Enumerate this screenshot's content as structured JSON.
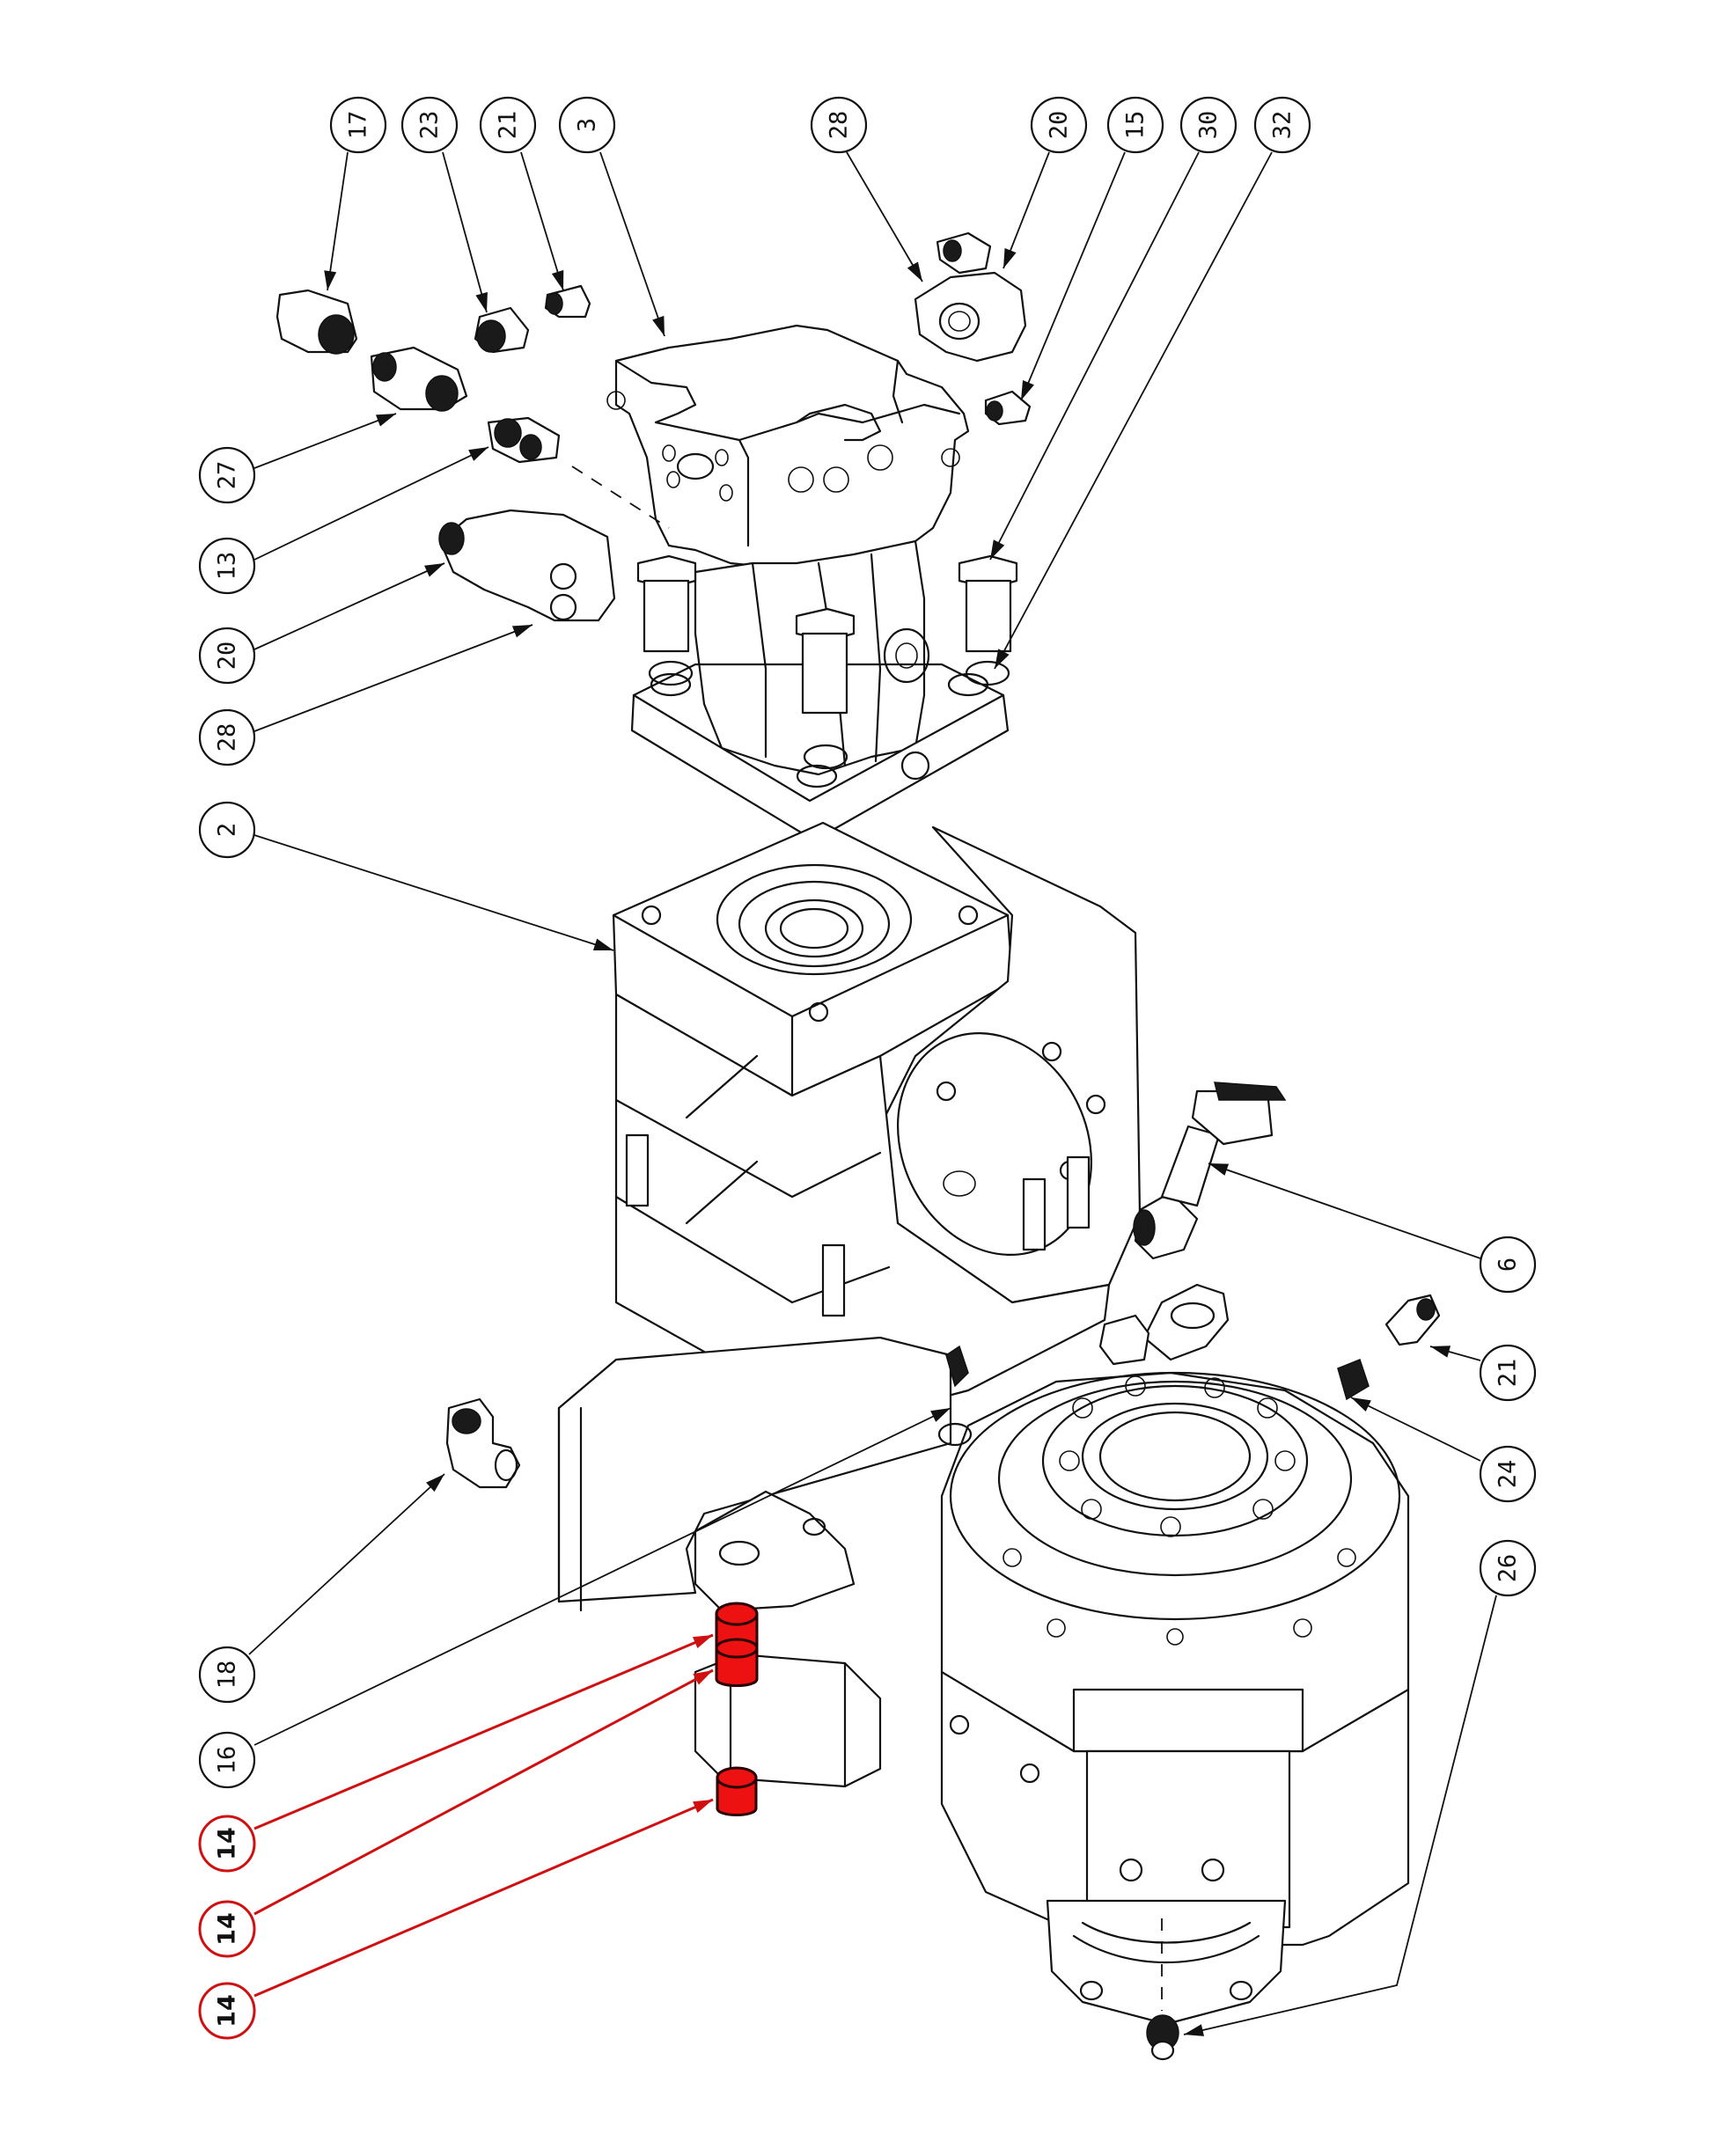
{
  "drawing": {
    "type": "exploded-assembly-view",
    "highlight_color": "#ee1111",
    "line_color": "#111111"
  },
  "callouts": [
    {
      "id": "c17a",
      "label": "17",
      "highlighted": false,
      "target": "elbow fitting (upper left)"
    },
    {
      "id": "c23",
      "label": "23",
      "highlighted": false,
      "target": "nut fitting"
    },
    {
      "id": "c21a",
      "label": "21",
      "highlighted": false,
      "target": "small elbow fitting (top)"
    },
    {
      "id": "c3",
      "label": "3",
      "highlighted": false,
      "target": "hydraulic motor"
    },
    {
      "id": "c28a",
      "label": "28",
      "highlighted": false,
      "target": "flange half (top right)"
    },
    {
      "id": "c20a",
      "label": "20",
      "highlighted": false,
      "target": "flange elbow (top right)"
    },
    {
      "id": "c15",
      "label": "15",
      "highlighted": false,
      "target": "small fitting"
    },
    {
      "id": "c30",
      "label": "30",
      "highlighted": false,
      "target": "hex bolt"
    },
    {
      "id": "c32",
      "label": "32",
      "highlighted": false,
      "target": "washer"
    },
    {
      "id": "c27",
      "label": "27",
      "highlighted": false,
      "target": "tee fitting"
    },
    {
      "id": "c13",
      "label": "13",
      "highlighted": false,
      "target": "adapter fitting"
    },
    {
      "id": "c20b",
      "label": "20",
      "highlighted": false,
      "target": "flange elbow (left)"
    },
    {
      "id": "c28b",
      "label": "28",
      "highlighted": false,
      "target": "flange half (left)"
    },
    {
      "id": "c2",
      "label": "2",
      "highlighted": false,
      "target": "brake housing"
    },
    {
      "id": "c6",
      "label": "6",
      "highlighted": false,
      "target": "breather / fill assembly"
    },
    {
      "id": "c21b",
      "label": "21",
      "highlighted": false,
      "target": "small elbow fitting (right)"
    },
    {
      "id": "c24",
      "label": "24",
      "highlighted": false,
      "target": "grease nipple"
    },
    {
      "id": "c26",
      "label": "26",
      "highlighted": false,
      "target": "drain plug"
    },
    {
      "id": "c18",
      "label": "18",
      "highlighted": false,
      "target": "elbow fitting (lower left)"
    },
    {
      "id": "c16",
      "label": "16",
      "highlighted": false,
      "target": "grease fitting"
    },
    {
      "id": "c14a",
      "label": "14",
      "highlighted": true,
      "target": "bushing (upper)"
    },
    {
      "id": "c14b",
      "label": "14",
      "highlighted": true,
      "target": "bushing (middle)"
    },
    {
      "id": "c14c",
      "label": "14",
      "highlighted": true,
      "target": "bushing (lower)"
    }
  ]
}
